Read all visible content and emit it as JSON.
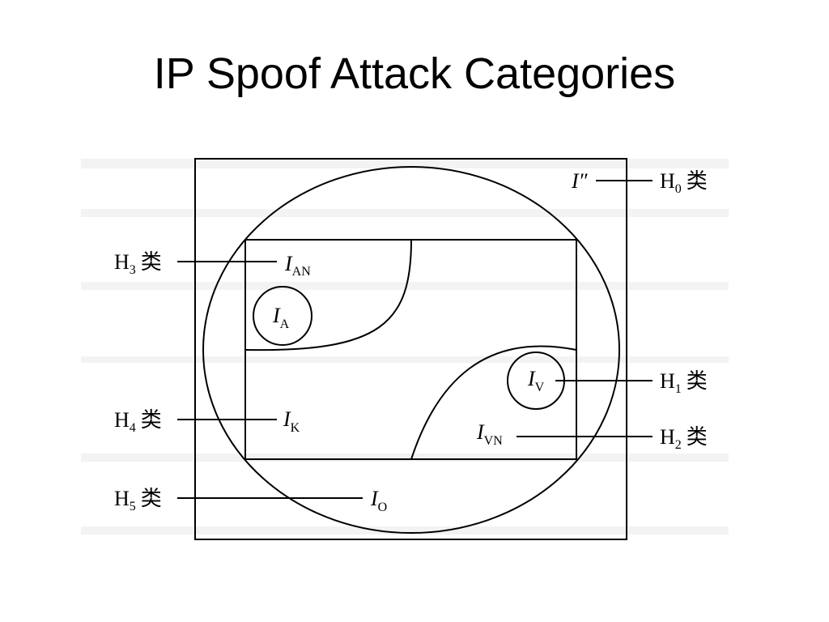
{
  "slide": {
    "title": "IP Spoof Attack Categories"
  },
  "colors": {
    "background": "#ffffff",
    "stroke": "#000000",
    "band": "#f2f2f2"
  },
  "diagram": {
    "regions": {
      "I_double_prime": {
        "symbol": "I″",
        "subscript": ""
      },
      "I_AN": {
        "symbol": "I",
        "subscript": "AN"
      },
      "I_A": {
        "symbol": "I",
        "subscript": "A"
      },
      "I_V": {
        "symbol": "I",
        "subscript": "V"
      },
      "I_VN": {
        "symbol": "I",
        "subscript": "VN"
      },
      "I_K": {
        "symbol": "I",
        "subscript": "K"
      },
      "I_O": {
        "symbol": "I",
        "subscript": "O"
      }
    },
    "classes": {
      "H0": {
        "prefix": "H",
        "index": "0",
        "suffix": "类"
      },
      "H1": {
        "prefix": "H",
        "index": "1",
        "suffix": "类"
      },
      "H2": {
        "prefix": "H",
        "index": "2",
        "suffix": "类"
      },
      "H3": {
        "prefix": "H",
        "index": "3",
        "suffix": "类"
      },
      "H4": {
        "prefix": "H",
        "index": "4",
        "suffix": "类"
      },
      "H5": {
        "prefix": "H",
        "index": "5",
        "suffix": "类"
      }
    }
  }
}
